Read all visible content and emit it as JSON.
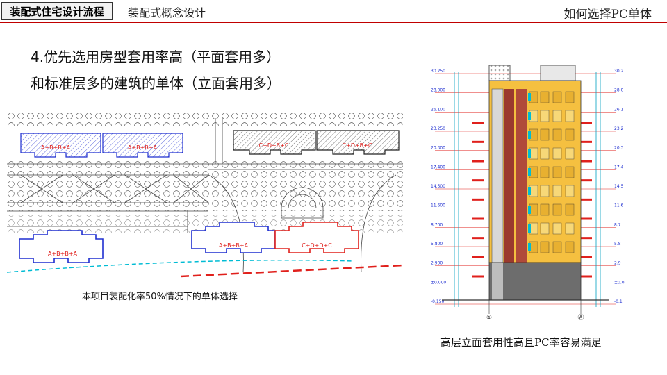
{
  "header": {
    "tab_label": "装配式住宅设计流程",
    "subtitle": "装配式概念设计",
    "right_title": "如何选择PC单体"
  },
  "content": {
    "heading_line1": "4.优先选用房型套用率高（平面套用多）",
    "heading_line2": "和标准层多的建筑的单体（立面套用多）",
    "left_caption": "本项目装配化率50%情况下的单体选择",
    "right_caption": "高层立面套用性高且PC率容易满足"
  },
  "site_plan": {
    "building_labels": [
      "A+B+B+A",
      "A+B+B+A",
      "C+D+B+C",
      "C+D+B+C",
      "A+B+B+A",
      "A+B+B+A",
      "C+D+D+C"
    ]
  },
  "elevation": {
    "left_levels": [
      "30.250",
      "28.000",
      "26.100",
      "23.250",
      "20.300",
      "17.400",
      "14.500",
      "11.600",
      "8.700",
      "5.800",
      "2.900",
      "±0.000",
      "-0.150"
    ],
    "right_levels": [
      "30.2",
      "28.0",
      "26.1",
      "23.2",
      "20.3",
      "17.4",
      "14.5",
      "11.6",
      "8.7",
      "5.8",
      "2.9",
      "±0.0",
      "-0.1"
    ],
    "axis_left": "①",
    "axis_right": "Ⓐ"
  },
  "colors": {
    "accent": "#c00000",
    "blue": "#1f2fd0",
    "red": "#e0201c",
    "dark": "#222222",
    "cyan": "#00bcd4",
    "facade_yellow": "#f5c040",
    "facade_brick": "#9b3a2e"
  }
}
